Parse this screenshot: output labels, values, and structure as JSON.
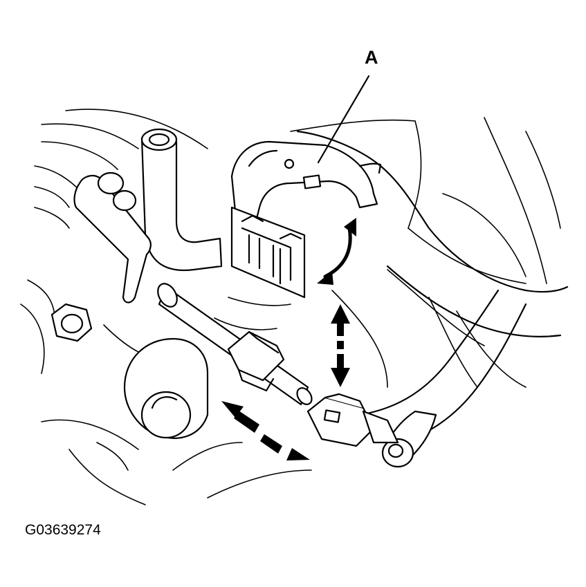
{
  "figure": {
    "callout": "A",
    "figure_id": "G03639274"
  },
  "parts": [
    "hose-clip",
    "fuel-pipe",
    "quick-connector",
    "fuel-hose",
    "mounting-bracket",
    "vertical-pipe",
    "mounting-bolt"
  ],
  "colors": {
    "ink": "#000000",
    "paper": "#ffffff"
  }
}
